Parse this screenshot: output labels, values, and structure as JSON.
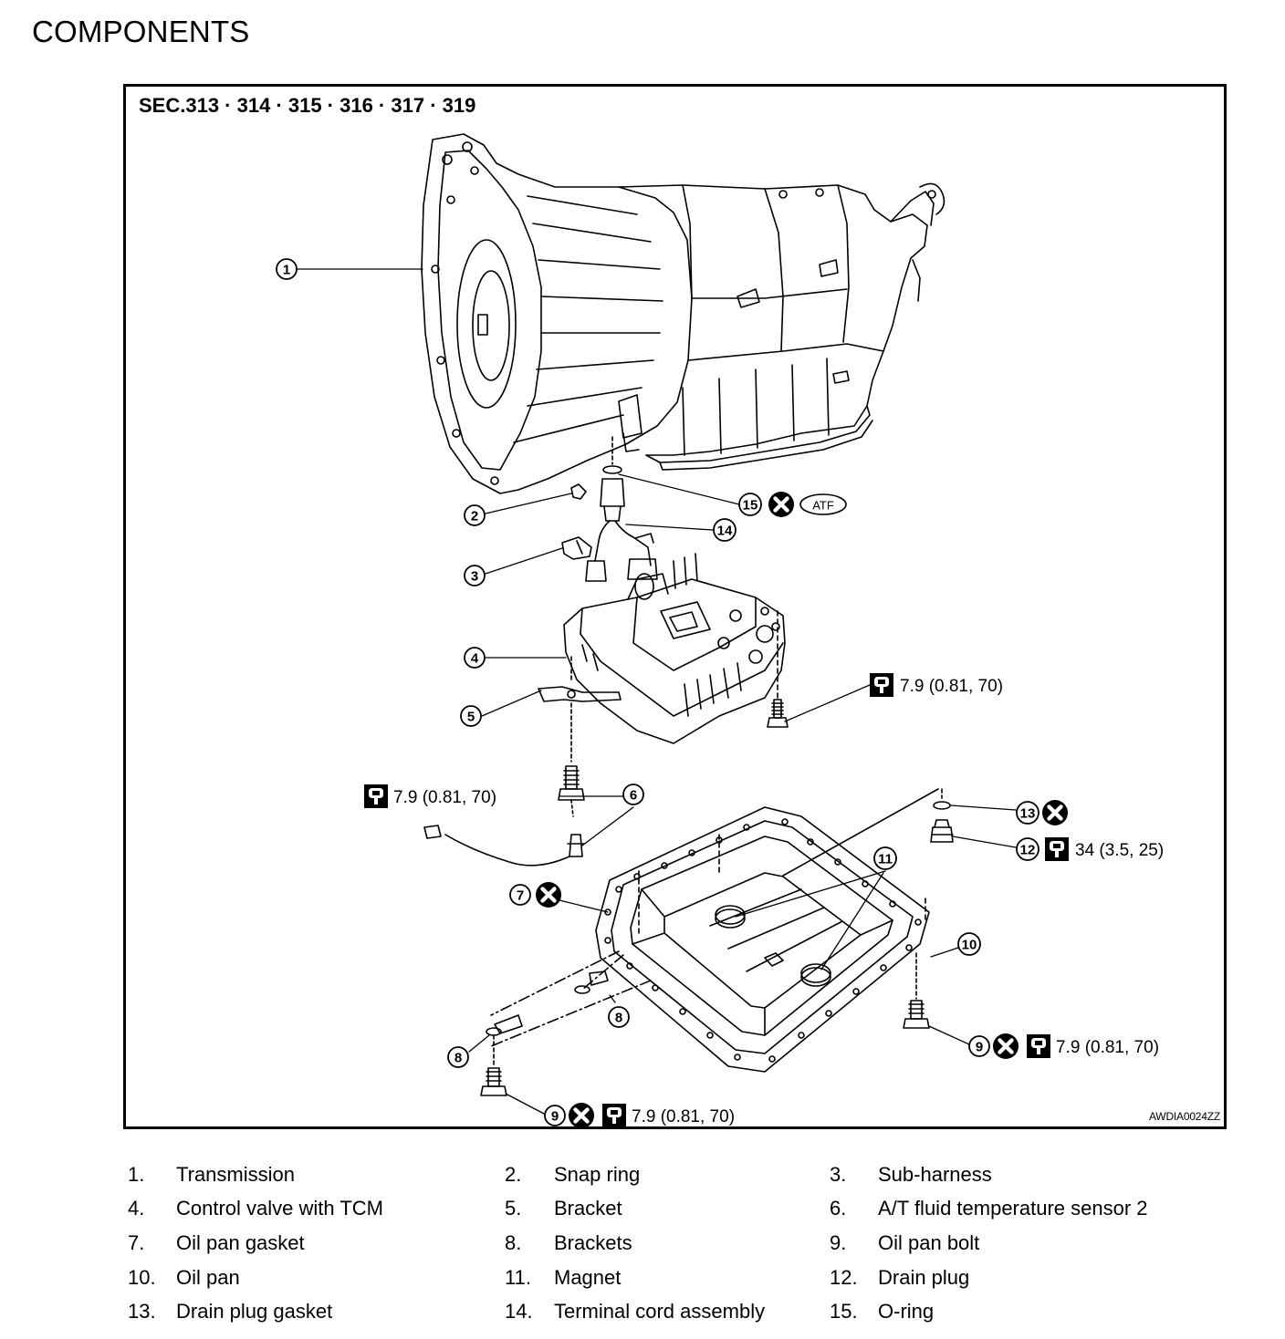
{
  "heading": "COMPONENTS",
  "section_label": "SEC.313 · 314 · 315 · 316 · 317 · 319",
  "figure_code": "AWDIA0024ZZ",
  "callout_numbers": [
    "1",
    "2",
    "3",
    "4",
    "5",
    "6",
    "7",
    "8",
    "9",
    "10",
    "11",
    "12",
    "13",
    "14",
    "15"
  ],
  "symbols": {
    "atf_label": "ATF",
    "replace_icon": "circle-x-icon",
    "torque_icon": "torque-wrench-icon"
  },
  "torque_specs": {
    "control_valve_bolt": "7.9 (0.81, 70)",
    "bracket_bolt": "7.9 (0.81, 70)",
    "drain_plug": "34 (3.5, 25)",
    "oil_pan_bolt_right": "7.9 (0.81, 70)",
    "oil_pan_bolt_bottom": "7.9 (0.81, 70)"
  },
  "legend": [
    {
      "num": "1.",
      "name": "Transmission"
    },
    {
      "num": "2.",
      "name": "Snap ring"
    },
    {
      "num": "3.",
      "name": "Sub-harness"
    },
    {
      "num": "4.",
      "name": "Control valve with TCM"
    },
    {
      "num": "5.",
      "name": "Bracket"
    },
    {
      "num": "6.",
      "name": "A/T fluid temperature sensor 2"
    },
    {
      "num": "7.",
      "name": "Oil pan gasket"
    },
    {
      "num": "8.",
      "name": "Brackets"
    },
    {
      "num": "9.",
      "name": "Oil pan bolt"
    },
    {
      "num": "10.",
      "name": "Oil pan"
    },
    {
      "num": "11.",
      "name": "Magnet"
    },
    {
      "num": "12.",
      "name": "Drain plug"
    },
    {
      "num": "13.",
      "name": "Drain plug gasket"
    },
    {
      "num": "14.",
      "name": "Terminal cord assembly"
    },
    {
      "num": "15.",
      "name": "O-ring"
    }
  ]
}
